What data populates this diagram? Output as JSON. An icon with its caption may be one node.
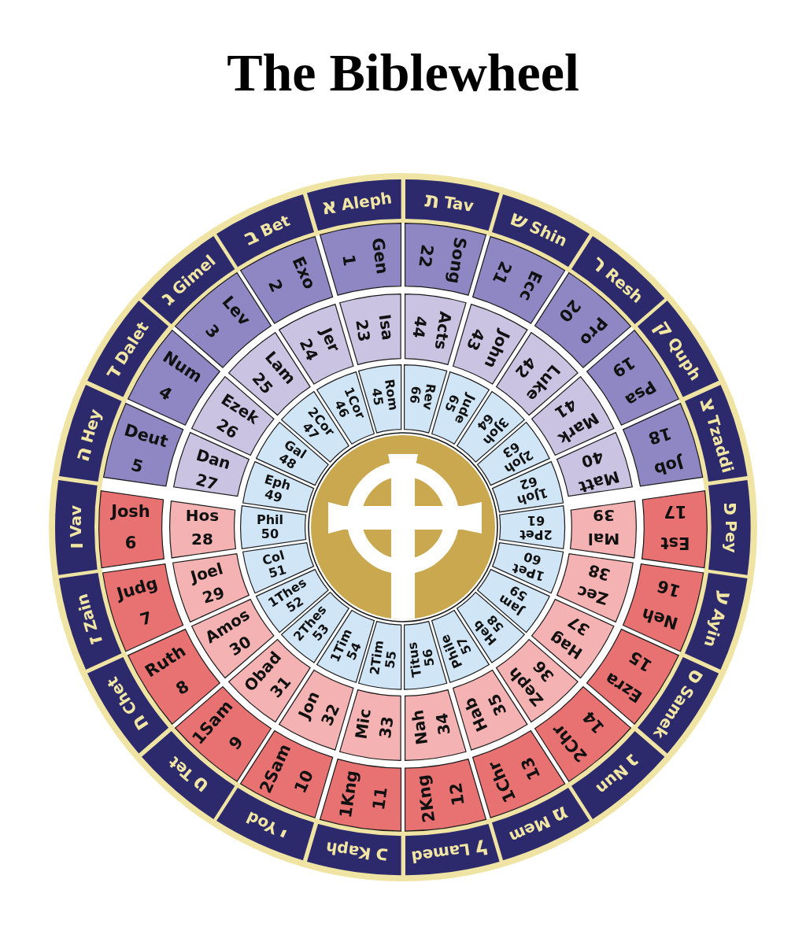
{
  "diagram": {
    "title": "The Biblewheel",
    "nodes": [
      {
        "text": [
          "א",
          "Aleph"
        ]
      },
      {
        "text": [
          "ב",
          "Bet"
        ]
      },
      {
        "text": [
          "ג",
          "Gimel"
        ]
      },
      {
        "text": [
          "ד",
          "Dalet"
        ]
      },
      {
        "text": [
          "ה",
          "Hey"
        ]
      },
      {
        "text": [
          "ו",
          "Vav"
        ]
      },
      {
        "text": [
          "ז",
          "Zain"
        ]
      },
      {
        "text": [
          "ח",
          "Chet"
        ]
      },
      {
        "text": [
          "ט",
          "Tet"
        ]
      },
      {
        "text": [
          "י",
          "Yod"
        ]
      },
      {
        "text": [
          "כ",
          "Kaph"
        ]
      },
      {
        "text": [
          "ל",
          "Lamed"
        ]
      },
      {
        "text": [
          "מ",
          "Mem"
        ]
      },
      {
        "text": [
          "נ",
          "Nun"
        ]
      },
      {
        "text": [
          "ס",
          "Samek"
        ]
      },
      {
        "text": [
          "ע",
          "Ayin"
        ]
      },
      {
        "text": [
          "פ",
          "Pey"
        ]
      },
      {
        "text": [
          "צ",
          "Tzaddi"
        ]
      },
      {
        "text": [
          "ק",
          "Quph"
        ]
      },
      {
        "text": [
          "ר",
          "Resh"
        ]
      },
      {
        "text": [
          "ש",
          "Shin"
        ]
      },
      {
        "text": [
          "ת",
          "Tav"
        ]
      },
      {
        "text": [
          "Gen",
          "1"
        ]
      },
      {
        "text": [
          "Exo",
          "2"
        ]
      },
      {
        "text": [
          "Lev",
          "3"
        ]
      },
      {
        "text": [
          "Num",
          "4"
        ]
      },
      {
        "text": [
          "Deut",
          "5"
        ]
      },
      {
        "text": [
          "Josh",
          "6"
        ]
      },
      {
        "text": [
          "Judg",
          "7"
        ]
      },
      {
        "text": [
          "Ruth",
          "8"
        ]
      },
      {
        "text": [
          "1Sam",
          "9"
        ]
      },
      {
        "text": [
          "2Sam",
          "10"
        ]
      },
      {
        "text": [
          "1Kng",
          "11"
        ]
      },
      {
        "text": [
          "2Kng",
          "12"
        ]
      },
      {
        "text": [
          "1Chr",
          "13"
        ]
      },
      {
        "text": [
          "2Chr",
          "14"
        ]
      },
      {
        "text": [
          "Ezra",
          "15"
        ]
      },
      {
        "text": [
          "Neh",
          "16"
        ]
      },
      {
        "text": [
          "Est",
          "17"
        ]
      },
      {
        "text": [
          "Job",
          "18"
        ]
      },
      {
        "text": [
          "Psa",
          "19"
        ]
      },
      {
        "text": [
          "Pro",
          "20"
        ]
      },
      {
        "text": [
          "Ecc",
          "21"
        ]
      },
      {
        "text": [
          "Song",
          "22"
        ]
      },
      {
        "text": [
          "Isa",
          "23"
        ]
      },
      {
        "text": [
          "Jer",
          "24"
        ]
      },
      {
        "text": [
          "Lam",
          "25"
        ]
      },
      {
        "text": [
          "Ezek",
          "26"
        ]
      },
      {
        "text": [
          "Dan",
          "27"
        ]
      },
      {
        "text": [
          "Hos",
          "28"
        ]
      },
      {
        "text": [
          "Joel",
          "29"
        ]
      },
      {
        "text": [
          "Amos",
          "30"
        ]
      },
      {
        "text": [
          "Obad",
          "31"
        ]
      },
      {
        "text": [
          "Jon",
          "32"
        ]
      },
      {
        "text": [
          "Mic",
          "33"
        ]
      },
      {
        "text": [
          "Nah",
          "34"
        ]
      },
      {
        "text": [
          "Hab",
          "35"
        ]
      },
      {
        "text": [
          "Zeph",
          "36"
        ]
      },
      {
        "text": [
          "Hag",
          "37"
        ]
      },
      {
        "text": [
          "Zec",
          "38"
        ]
      },
      {
        "text": [
          "Mal",
          "39"
        ]
      },
      {
        "text": [
          "Matt",
          "40"
        ]
      },
      {
        "text": [
          "Mark",
          "41"
        ]
      },
      {
        "text": [
          "Luke",
          "42"
        ]
      },
      {
        "text": [
          "John",
          "43"
        ]
      },
      {
        "text": [
          "Acts",
          "44"
        ]
      },
      {
        "text": [
          "Rom",
          "45"
        ]
      },
      {
        "text": [
          "1Cor",
          "46"
        ]
      },
      {
        "text": [
          "2Cor",
          "47"
        ]
      },
      {
        "text": [
          "Gal",
          "48"
        ]
      },
      {
        "text": [
          "Eph",
          "49"
        ]
      },
      {
        "text": [
          "Phil",
          "50"
        ]
      },
      {
        "text": [
          "Col",
          "51"
        ]
      },
      {
        "text": [
          "1Thes",
          "52"
        ]
      },
      {
        "text": [
          "2Thes",
          "53"
        ]
      },
      {
        "text": [
          "1Tim",
          "54"
        ]
      },
      {
        "text": [
          "2Tim",
          "55"
        ]
      },
      {
        "text": [
          "Titus",
          "56"
        ]
      },
      {
        "text": [
          "Phile",
          "57"
        ]
      },
      {
        "text": [
          "Heb",
          "58"
        ]
      },
      {
        "text": [
          "Jam",
          "59"
        ]
      },
      {
        "text": [
          "1Pet",
          "60"
        ]
      },
      {
        "text": [
          "2Pet",
          "61"
        ]
      },
      {
        "text": [
          "1Joh",
          "62"
        ]
      },
      {
        "text": [
          "2Joh",
          "63"
        ]
      },
      {
        "text": [
          "3Joh",
          "64"
        ]
      },
      {
        "text": [
          "Jude",
          "65"
        ]
      },
      {
        "text": [
          "Rev",
          "66"
        ]
      }
    ]
  }
}
